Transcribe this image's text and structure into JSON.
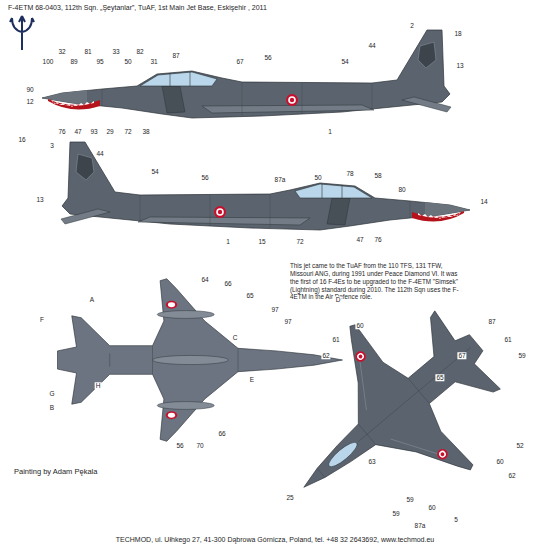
{
  "diagram": {
    "title": "F-4ETM  68-0403, 112th Sqn. „Şeytanlar”, TuAF, 1st Main Jet Base, Eskişehir , 2011",
    "labels": [
      "100",
      "32",
      "89",
      "81",
      "95",
      "33",
      "50",
      "82",
      "31",
      "87",
      "67",
      "56",
      "54",
      "44",
      "2",
      "18",
      "13",
      "90",
      "12",
      "76",
      "47",
      "93",
      "29",
      "72",
      "38",
      "1",
      "16",
      "3",
      "13",
      "44",
      "54",
      "56",
      "87a",
      "50",
      "78",
      "58",
      "80",
      "14",
      "1",
      "15",
      "72",
      "47",
      "76",
      "This jet came to the TuAF from the 110 TFS, 131 TFW, Missouri ANG, during 1991 under Peace Diamond VI. It was the first of 16 F-4Es to be upgraded to the F-4ETM \"Simsek\" (Lightning) standard during 2010. The 112th Sqn uses the F-4ETM in the Air Defence role.",
      "A",
      "F",
      "64",
      "66",
      "65",
      "97",
      "97",
      "C",
      "D",
      "E",
      "56",
      "70",
      "66",
      "H",
      "G",
      "B",
      "87",
      "61",
      "59",
      "67",
      "65",
      "60",
      "62",
      "52",
      "60",
      "61",
      "62",
      "25",
      "63",
      "59",
      "60",
      "59",
      "5",
      "87a",
      "Painting by Adam Pękala",
      "TECHMOD, ul. Ułhkego 27, 41-300 Dąbrowa Górnicza, Poland, tel. +48 32 2643692, www.techmod.eu"
    ]
  }
}
